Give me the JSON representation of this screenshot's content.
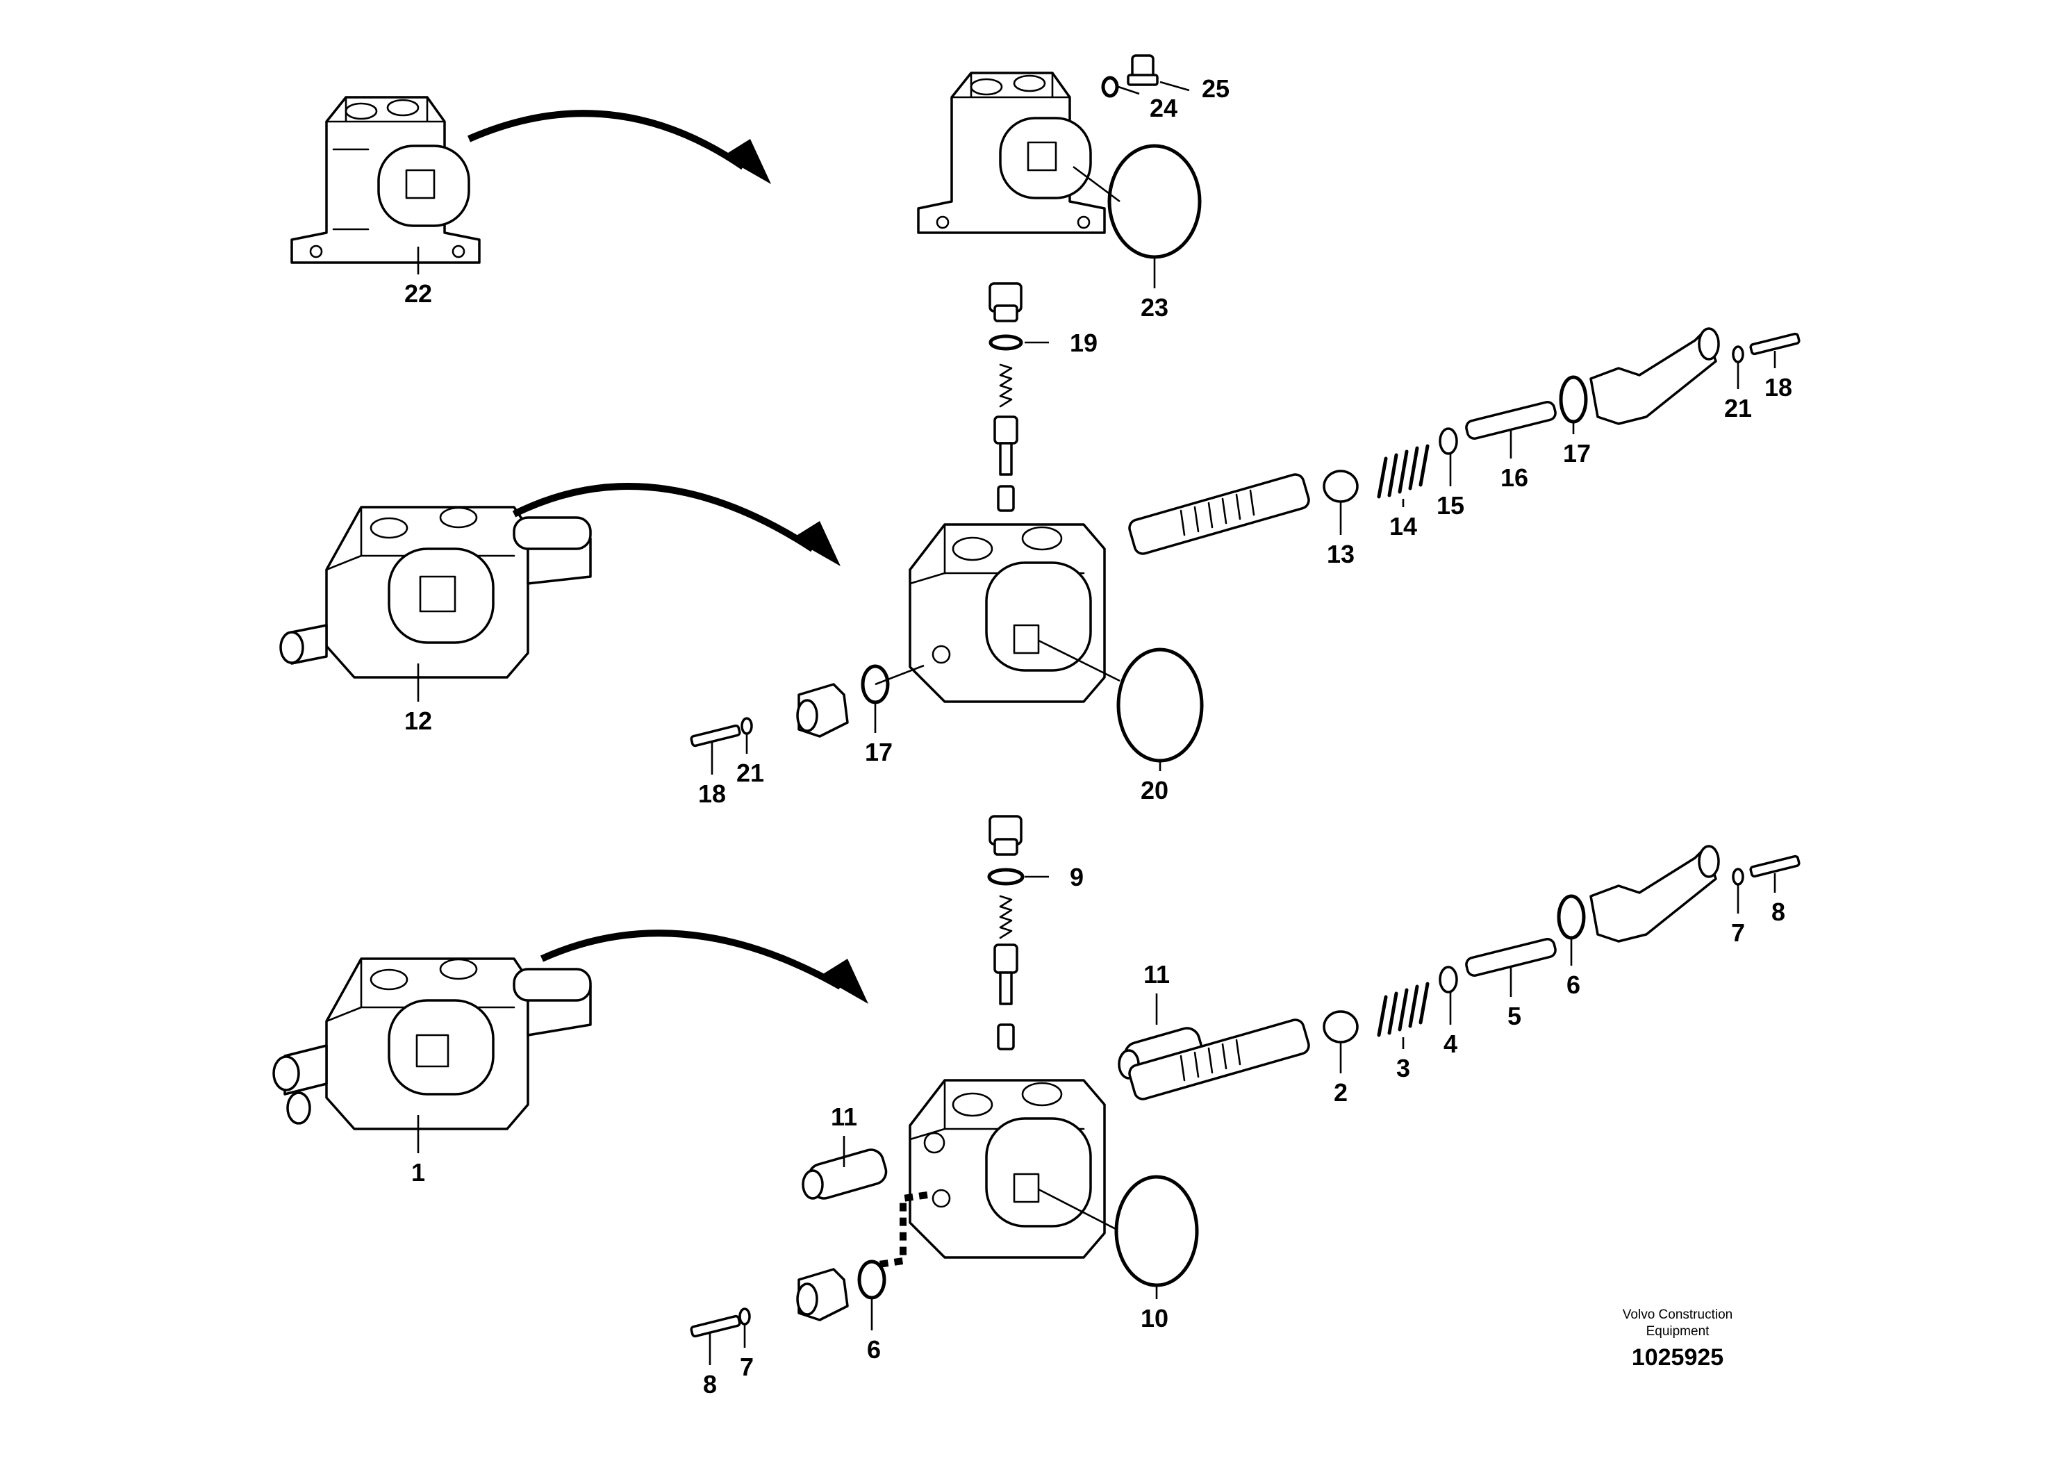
{
  "callouts": {
    "c1": "1",
    "c2": "2",
    "c3": "3",
    "c4": "4",
    "c5": "5",
    "c6a": "6",
    "c6b": "6",
    "c7a": "7",
    "c7b": "7",
    "c8a": "8",
    "c8b": "8",
    "c9": "9",
    "c10": "10",
    "c11a": "11",
    "c11b": "11",
    "c12": "12",
    "c13": "13",
    "c14": "14",
    "c15": "15",
    "c16": "16",
    "c17a": "17",
    "c17b": "17",
    "c18a": "18",
    "c18b": "18",
    "c19": "19",
    "c20": "20",
    "c21a": "21",
    "c21b": "21",
    "c22": "22",
    "c23": "23",
    "c24": "24",
    "c25": "25"
  },
  "footer": {
    "company_line1": "Volvo Construction",
    "company_line2": "Equipment",
    "drawing_number": "1025925"
  }
}
